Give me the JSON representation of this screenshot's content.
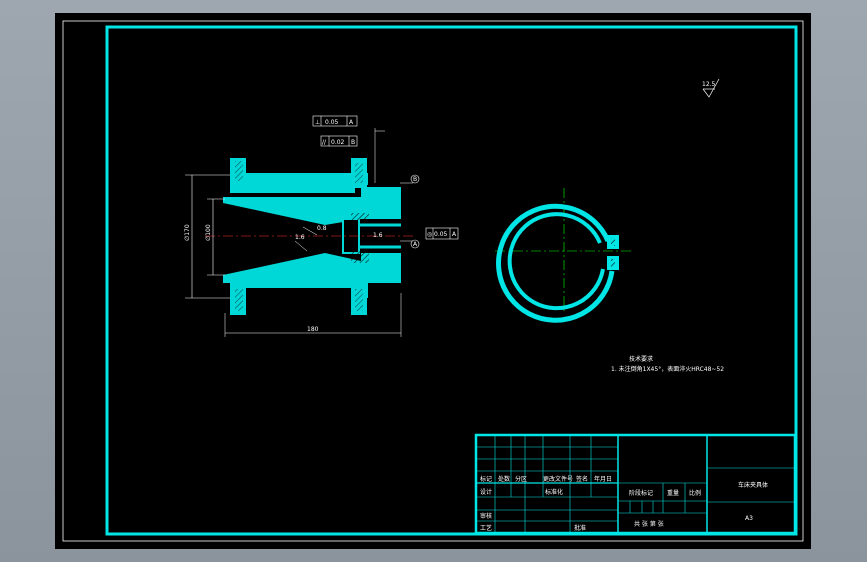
{
  "drawing": {
    "technical_requirements": {
      "heading": "技术要求",
      "item1": "1. 未注倒角1X45°，表面淬火HRC48~52"
    },
    "surface_finish_symbol": "12.5",
    "dimensions": {
      "overall_length": "180",
      "outer_diameter": "∅170",
      "inner_diameter": "∅100",
      "chamfer_note": "0.8",
      "taper_note": "1.6",
      "step_note": "1.6"
    },
    "gdt_frames": [
      {
        "symbol": "⊥",
        "value": "0.05",
        "datum": "A"
      },
      {
        "symbol": "//",
        "value": "0.02",
        "datum": "B"
      },
      {
        "symbol": "◎",
        "value": "0.05",
        "datum": "A"
      }
    ],
    "datum_labels": [
      "B",
      "A"
    ]
  },
  "title_block": {
    "row_labels_1": [
      "标记",
      "处数",
      "分区",
      "更改文件号",
      "签名",
      "年月日"
    ],
    "row_labels_2": [
      "设计",
      "",
      "",
      "标准化",
      "",
      ""
    ],
    "row_labels_3": [
      "审核",
      ""
    ],
    "row_labels_4": [
      "工艺",
      "",
      "",
      "批准"
    ],
    "stage_label": "阶段标记",
    "weight_label": "重量",
    "scale_label": "比例",
    "sheet_label": "共 张  第 张",
    "part_name": "车床夹具体",
    "drawing_code": "A3"
  },
  "colors": {
    "frame": "#00e5e5",
    "section": "#00d8d8",
    "text": "#ffffff",
    "centerline": "#00ff00"
  }
}
